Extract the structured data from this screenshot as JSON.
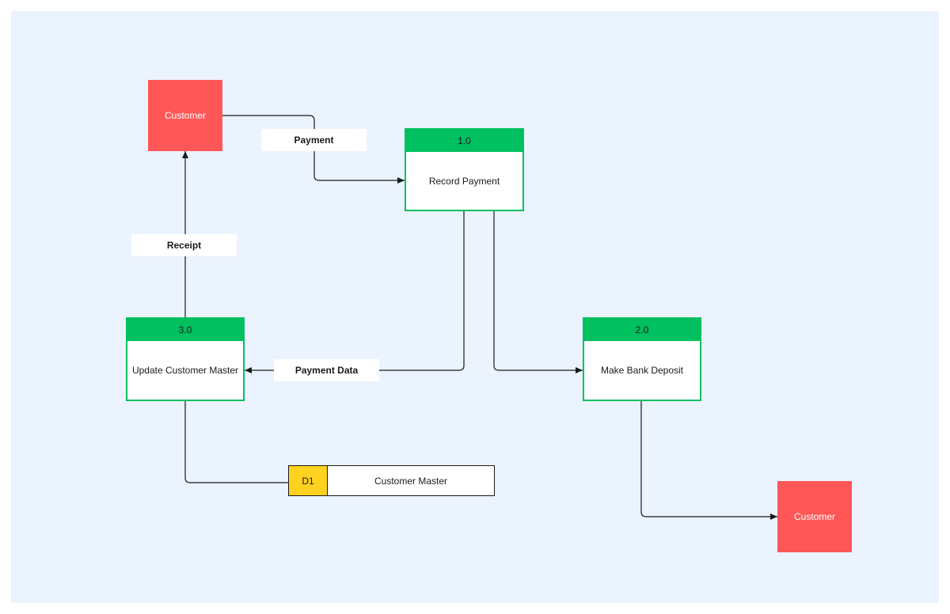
{
  "entities": {
    "customer_top": "Customer",
    "customer_bottom": "Customer"
  },
  "processes": [
    {
      "id": "1.0",
      "name": "Record Payment"
    },
    {
      "id": "2.0",
      "name": "Make Bank Deposit"
    },
    {
      "id": "3.0",
      "name": "Update Customer Master"
    }
  ],
  "flows": {
    "payment": "Payment",
    "receipt": "Receipt",
    "payment_data": "Payment Data"
  },
  "data_store": {
    "id": "D1",
    "name": "Customer Master"
  },
  "colors": {
    "background": "#ebf3fe",
    "entity": "#ff5757",
    "process": "#00c060",
    "store_id": "#ffd21f",
    "line": "#1a1a1a"
  }
}
